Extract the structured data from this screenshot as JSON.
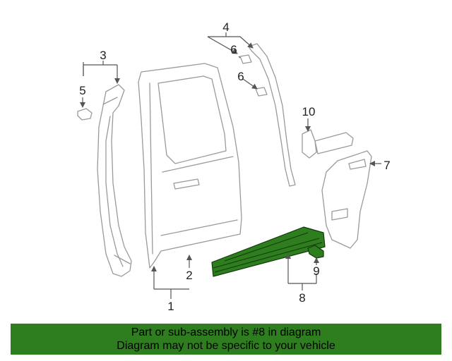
{
  "callouts": {
    "c1": "1",
    "c2": "2",
    "c3": "3",
    "c4": "4",
    "c5": "5",
    "c6a": "6",
    "c6b": "6",
    "c7": "7",
    "c8": "8",
    "c9": "9",
    "c10": "10"
  },
  "banner": {
    "line1": "Part or sub-assembly is #8 in diagram",
    "line2": "Diagram may not be specific to your vehicle"
  },
  "colors": {
    "highlight": "#2e7d1f",
    "banner": "#2e7d1f",
    "line_art": "#9a9a9a"
  }
}
